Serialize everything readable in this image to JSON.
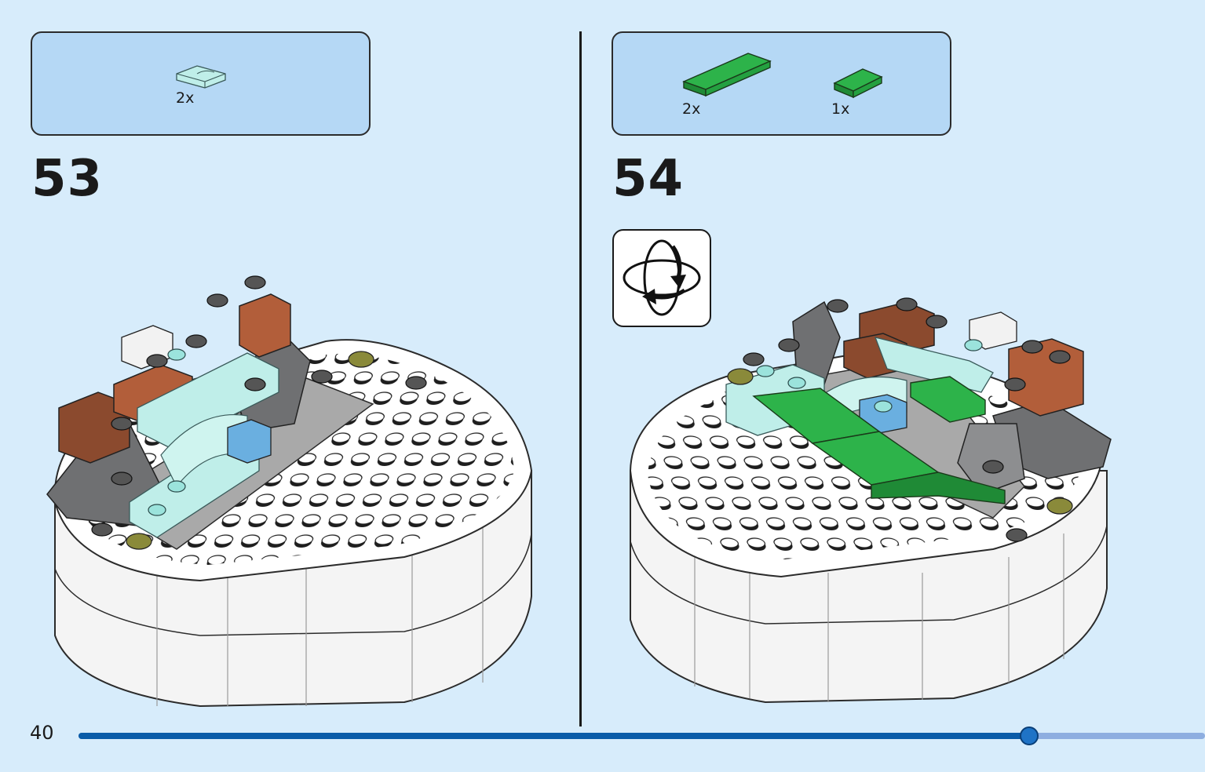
{
  "steps": [
    {
      "number": "53",
      "parts": [
        {
          "qty": "2x",
          "name": "trans-light-blue-curved-slope-icon"
        }
      ]
    },
    {
      "number": "54",
      "parts": [
        {
          "qty": "2x",
          "name": "green-tile-1x4-icon"
        },
        {
          "qty": "1x",
          "name": "green-tile-1x2-icon"
        }
      ],
      "rotate_icon": "rotate-model-icon"
    }
  ],
  "page_number": "40",
  "progress": {
    "fraction": 0.844
  },
  "colors": {
    "background": "#d7ecfb",
    "parts_box": "#b5d8f5",
    "progress_fill": "#0a5ca8",
    "progress_track": "#8eaee0",
    "green_tile": "#2db34a",
    "trans_light_blue": "#bfeee9",
    "dark_gray": "#6d6e70",
    "brown": "#8b4a2e",
    "olive": "#8a8a3a"
  }
}
